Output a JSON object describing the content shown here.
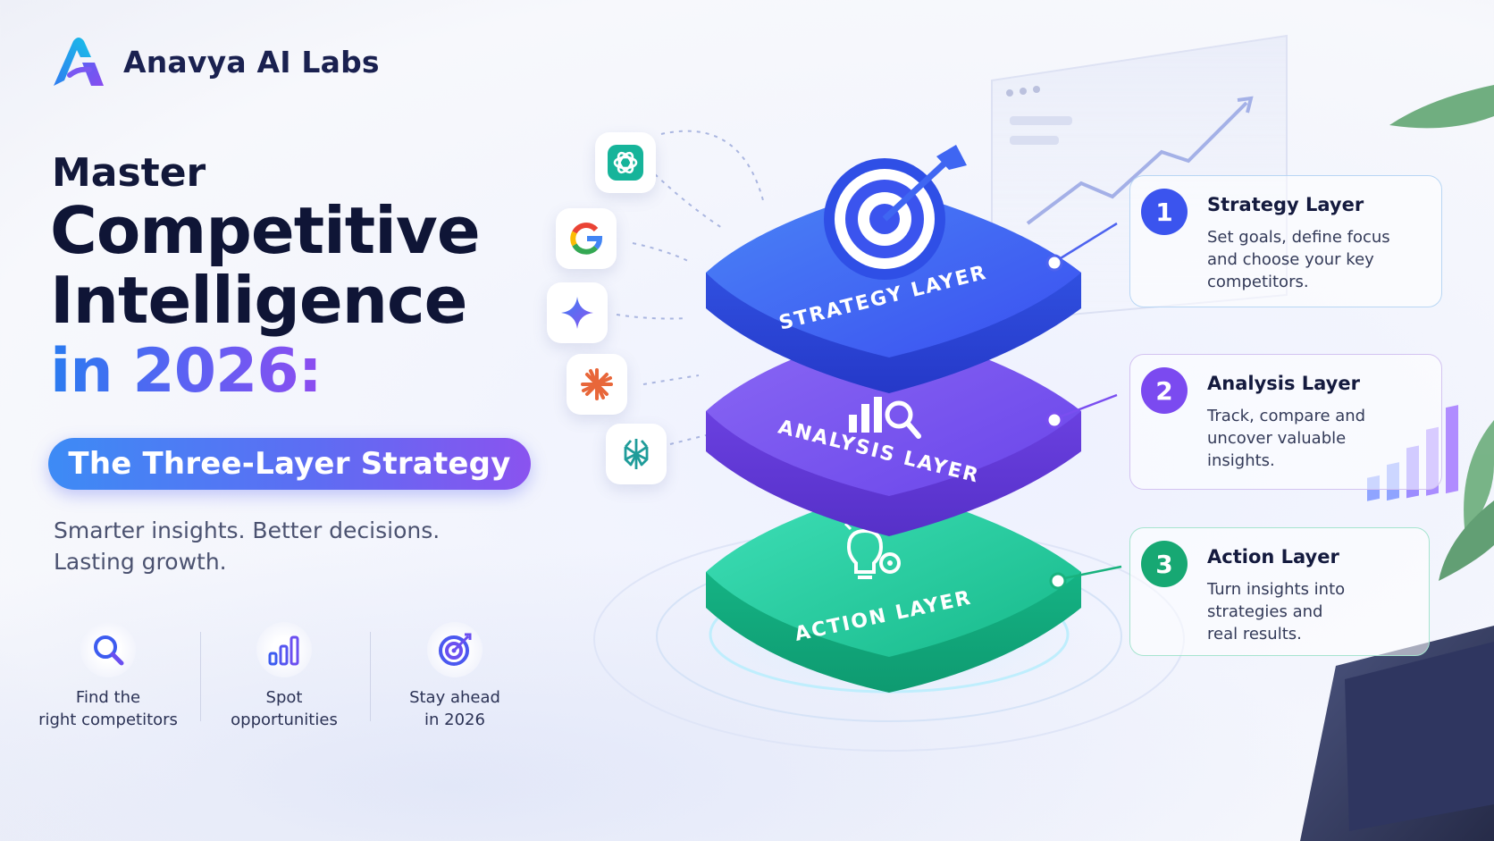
{
  "brand": {
    "name": "Anavya AI Labs"
  },
  "headline": {
    "master": "Master",
    "line1": "Competitive",
    "line2": "Intelligence",
    "year": "in 2026:",
    "pill": "The Three-Layer Strategy"
  },
  "tagline": {
    "line1": "Smarter insights. Better decisions.",
    "line2": "Lasting growth."
  },
  "features": [
    {
      "icon": "magnifier-icon",
      "line1": "Find the",
      "line2": "right competitors"
    },
    {
      "icon": "bar-chart-icon",
      "line1": "Spot",
      "line2": "opportunities"
    },
    {
      "icon": "target-icon",
      "line1": "Stay ahead",
      "line2": "in 2026"
    }
  ],
  "tools": [
    "chatgpt-icon",
    "google-icon",
    "gemini-icon",
    "claude-icon",
    "perplexity-icon"
  ],
  "stack": {
    "strategy_label": "STRATEGY LAYER",
    "analysis_label": "ANALYSIS LAYER",
    "action_label": "ACTION LAYER",
    "colors": {
      "strategy": "#3f5ff2",
      "analysis": "#7a4ef0",
      "action": "#1ec79a"
    }
  },
  "cards": [
    {
      "number": "1",
      "title": "Strategy Layer",
      "line1": "Set goals, define focus",
      "line2": "and choose your key",
      "line3": "competitors.",
      "color": "#3b54ee"
    },
    {
      "number": "2",
      "title": "Analysis Layer",
      "line1": "Track, compare and",
      "line2": "uncover valuable",
      "line3": "insights.",
      "color": "#7b4af0"
    },
    {
      "number": "3",
      "title": "Action Layer",
      "line1": "Turn insights into",
      "line2": "strategies and",
      "line3": "real results.",
      "color": "#17a873"
    }
  ]
}
